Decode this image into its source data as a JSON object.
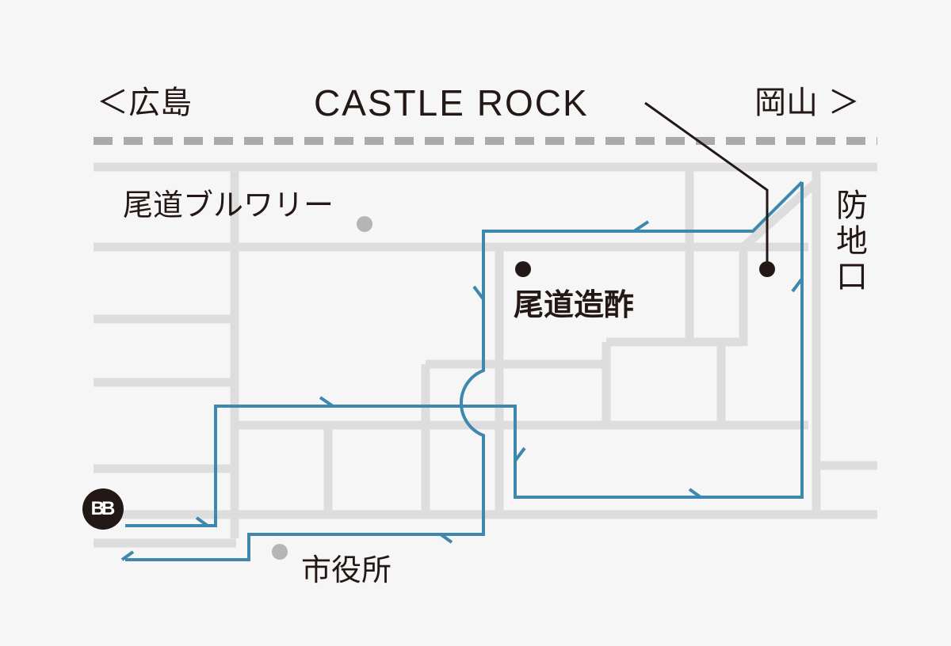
{
  "map": {
    "title": "CASTLE ROCK",
    "nav_left": "＜広島",
    "nav_right": "岡山 ＞",
    "vertical_label": [
      "防",
      "地",
      "口"
    ],
    "landmarks": {
      "brewery": "尾道ブルワリー",
      "vinegar": "尾道造酢",
      "city_hall": "市役所"
    },
    "logo_text": "BB",
    "colors": {
      "background": "#f6f6f6",
      "road": "#dddddd",
      "railway": "#aaaaaa",
      "route": "#3e87ad",
      "text": "#231815",
      "marker_gray": "#b5b5b5"
    },
    "icons": {
      "destination_marker": "black-dot-icon",
      "landmark_marker": "gray-dot-icon",
      "route_arrow": "half-arrow-icon",
      "logo": "bb-logo-icon"
    }
  }
}
